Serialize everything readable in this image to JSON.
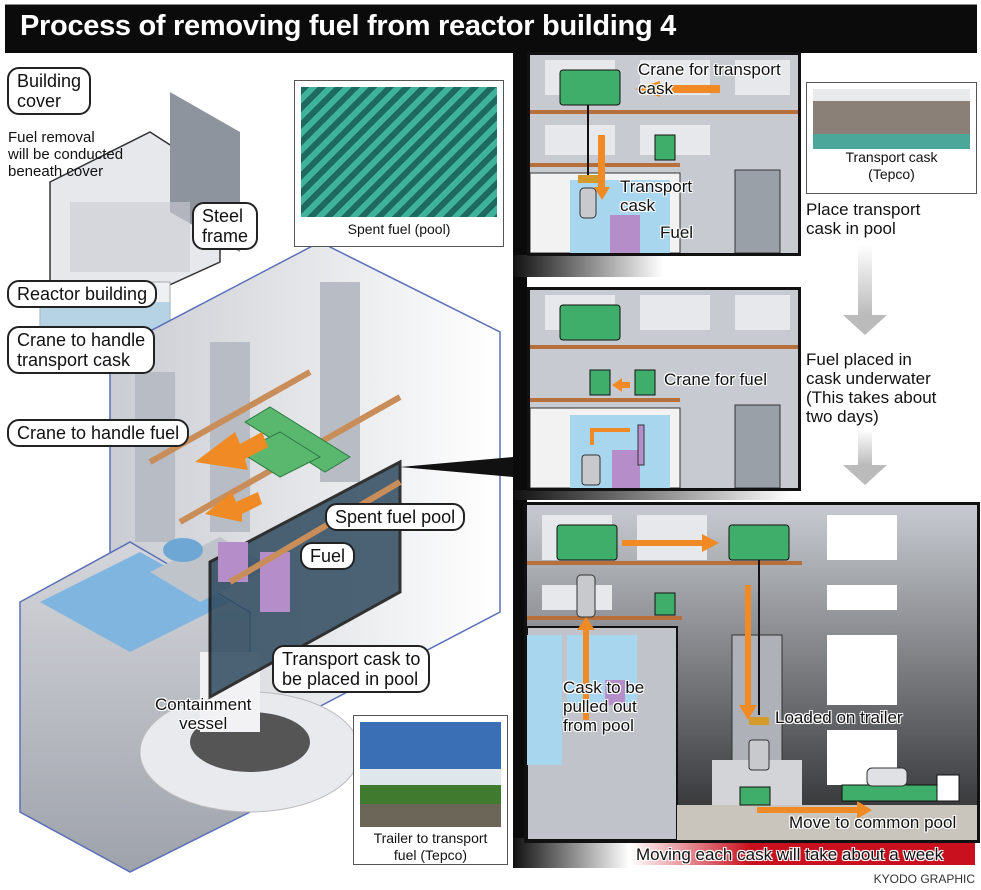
{
  "title": "Process of removing fuel from reactor building 4",
  "left_diagram": {
    "labels": {
      "building_cover": "Building\ncover",
      "fuel_removal_note": "Fuel removal\nwill be conducted\nbeneath cover",
      "steel_frame": "Steel\nframe",
      "reactor_building": "Reactor building",
      "crane_transport_cask": "Crane to handle\ntransport cask",
      "crane_fuel": "Crane to handle fuel",
      "spent_fuel_pool": "Spent fuel pool",
      "fuel": "Fuel",
      "transport_cask_pool": "Transport cask to\nbe placed in pool",
      "containment_vessel": "Containment\nvessel"
    },
    "photos": {
      "spent_fuel": "Spent fuel (pool)",
      "trailer": "Trailer to transport\nfuel (Tepco)"
    }
  },
  "right_steps": {
    "panel1": {
      "crane_label": "Crane for transport cask",
      "cask_label": "Transport\ncask",
      "fuel_label": "Fuel"
    },
    "photo_transport_cask": "Transport cask\n(Tepco)",
    "step1_text": "Place transport\ncask in pool",
    "panel2": {
      "crane_label": "Crane for fuel"
    },
    "step2_text": "Fuel placed in\ncask underwater\n(This takes about\ntwo days)",
    "panel3": {
      "pull_label": "Cask to be\npulled out\nfrom pool",
      "loaded_label": "Loaded on trailer",
      "move_label": "Move to common pool"
    },
    "footer_note": "Moving each cask will take about a week"
  },
  "credit": "KYODO GRAPHIC",
  "colors": {
    "crane_green": "#3fae6a",
    "arrow_orange": "#f08a24",
    "rail_brown": "#b8703a",
    "water_blue": "#a9d6ef",
    "fuel_purple": "#b58ec9",
    "note_red": "#c8101e"
  }
}
